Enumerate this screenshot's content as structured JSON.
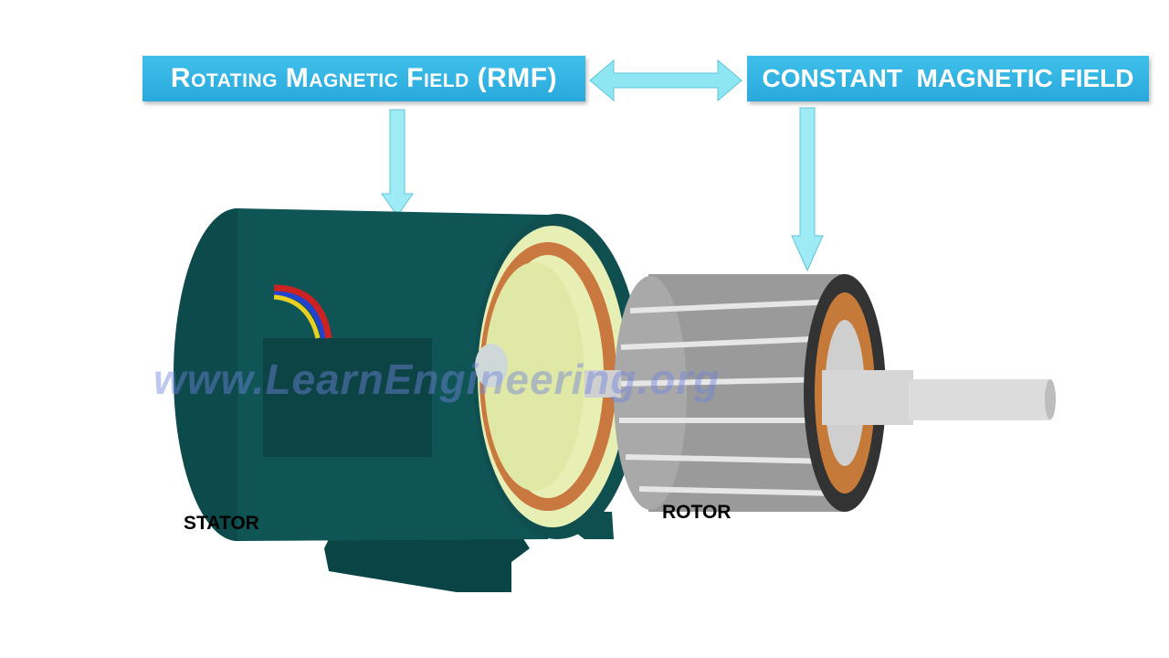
{
  "labels": {
    "rmf": "Rotating Magnetic Field (RMF)",
    "cmf": "CONSTANT  MAGNETIC FIELD",
    "stator": "STATOR",
    "rotor": "ROTOR"
  },
  "watermark": "www.LearnEngineering.org",
  "colors": {
    "label_bg": "#33b5e5",
    "arrow": "#8ee9f5",
    "stator": "#0e4a4a",
    "rotor_bars": "#b8b8b8",
    "winding": "#c9783f"
  }
}
